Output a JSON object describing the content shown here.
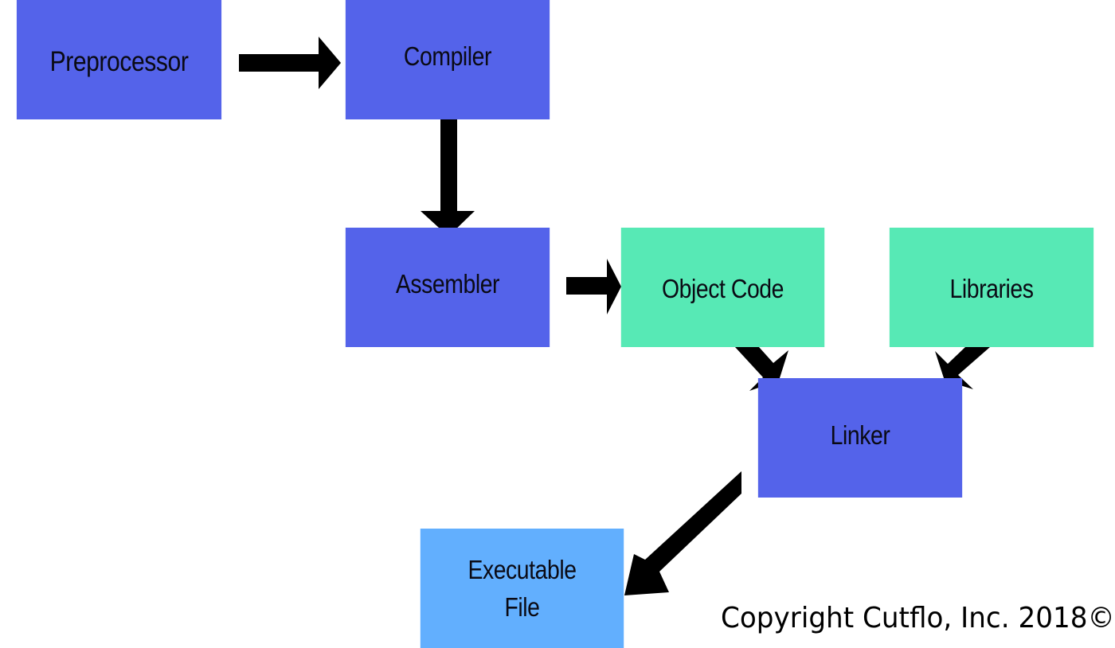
{
  "nodes": {
    "preprocessor": {
      "label": "Preprocessor",
      "color": "#5463EA"
    },
    "compiler": {
      "label": "Compiler",
      "color": "#5463EA"
    },
    "assembler": {
      "label": "Assembler",
      "color": "#5463EA"
    },
    "object_code": {
      "label": "Object Code",
      "color": "#57E9B5"
    },
    "libraries": {
      "label": "Libraries",
      "color": "#57E9B5"
    },
    "linker": {
      "label": "Linker",
      "color": "#5463EA"
    },
    "executable": {
      "line1": "Executable",
      "line2": "File",
      "color": "#62AFFE"
    }
  },
  "edges": [
    {
      "from": "preprocessor",
      "to": "compiler"
    },
    {
      "from": "compiler",
      "to": "assembler"
    },
    {
      "from": "assembler",
      "to": "object_code"
    },
    {
      "from": "object_code",
      "to": "linker"
    },
    {
      "from": "libraries",
      "to": "linker"
    },
    {
      "from": "linker",
      "to": "executable"
    }
  ],
  "arrow_color": "#000000",
  "copyright": "Copyright Cutflo, Inc. 2018©"
}
